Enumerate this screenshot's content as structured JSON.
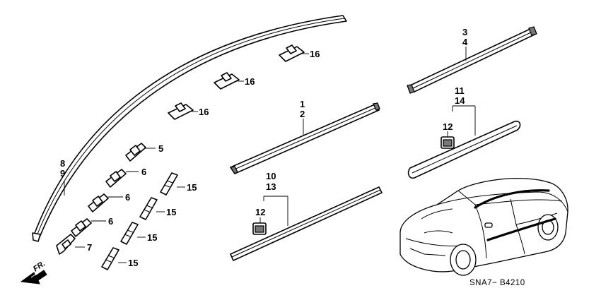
{
  "diagram": {
    "diagram_code": "SNA7− B4210",
    "direction_label": "FR.",
    "callouts": {
      "c8": "8",
      "c9": "9",
      "c5": "5",
      "c6a": "6",
      "c6b": "6",
      "c6c": "6",
      "c7": "7",
      "c15a": "15",
      "c15b": "15",
      "c15c": "15",
      "c15d": "15",
      "c16a": "16",
      "c16b": "16",
      "c16c": "16",
      "c1": "1",
      "c2": "2",
      "c3": "3",
      "c4": "4",
      "c10": "10",
      "c13": "13",
      "c12a": "12",
      "c11": "11",
      "c14": "14",
      "c12b": "12"
    }
  }
}
